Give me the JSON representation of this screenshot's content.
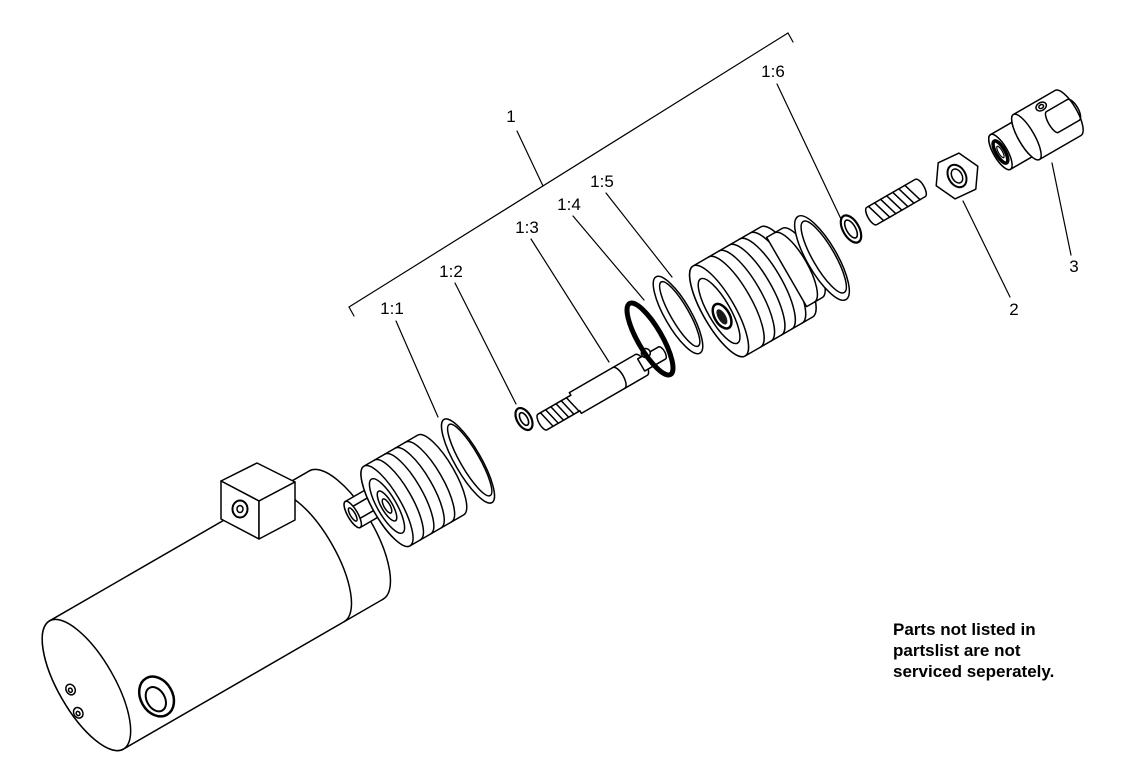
{
  "diagram": {
    "background_color": "#ffffff",
    "line_color": "#000000",
    "callouts": [
      {
        "label": "1"
      },
      {
        "label": "1:1"
      },
      {
        "label": "1:2"
      },
      {
        "label": "1:3"
      },
      {
        "label": "1:4"
      },
      {
        "label": "1:5"
      },
      {
        "label": "1:6"
      },
      {
        "label": "2"
      },
      {
        "label": "3"
      }
    ],
    "note": {
      "lines": [
        "Parts not listed in",
        "partslist are not",
        "serviced seperately."
      ]
    }
  }
}
